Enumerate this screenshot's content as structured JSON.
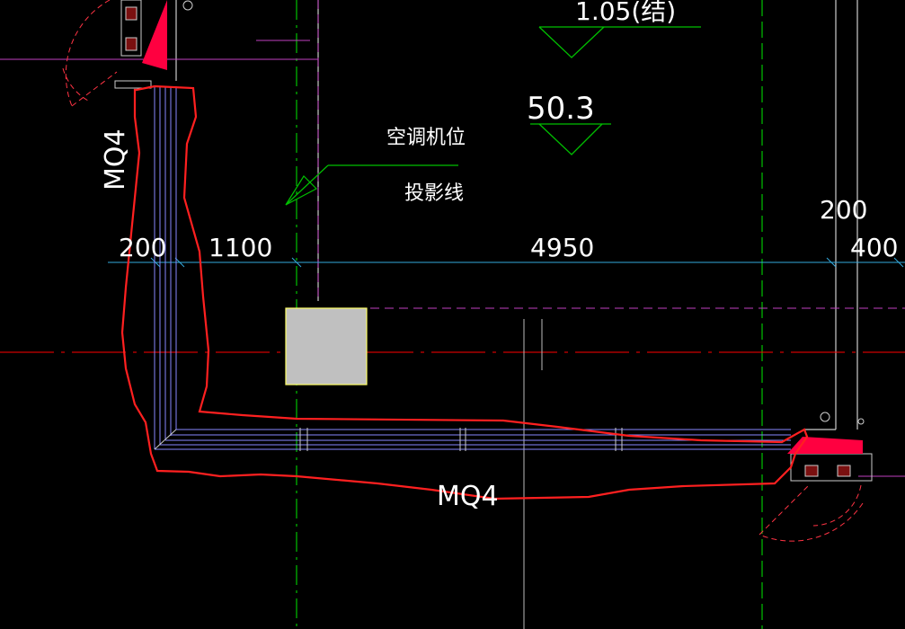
{
  "drawing": {
    "top_level_text": "1.05(结)",
    "level_value": "50.3",
    "note_line1": "空调机位",
    "note_line2": "投影线",
    "wall_label_vertical": "MQ4",
    "wall_label_horizontal": "MQ4",
    "dims": {
      "d200_left": "200",
      "d1100": "1100",
      "d4950": "4950",
      "d200_right": "200",
      "d400_right": "400"
    }
  },
  "colors": {
    "background": "#000000",
    "text": "#ffffff",
    "markup_red": "#ff2020",
    "axis_red": "#ff0000",
    "magenta": "#c040c0",
    "green": "#00c000",
    "cyan": "#33aadd",
    "column_gray": "#c0c0c0",
    "column_border": "#ffff66",
    "wall_blue": "#8888ff"
  }
}
